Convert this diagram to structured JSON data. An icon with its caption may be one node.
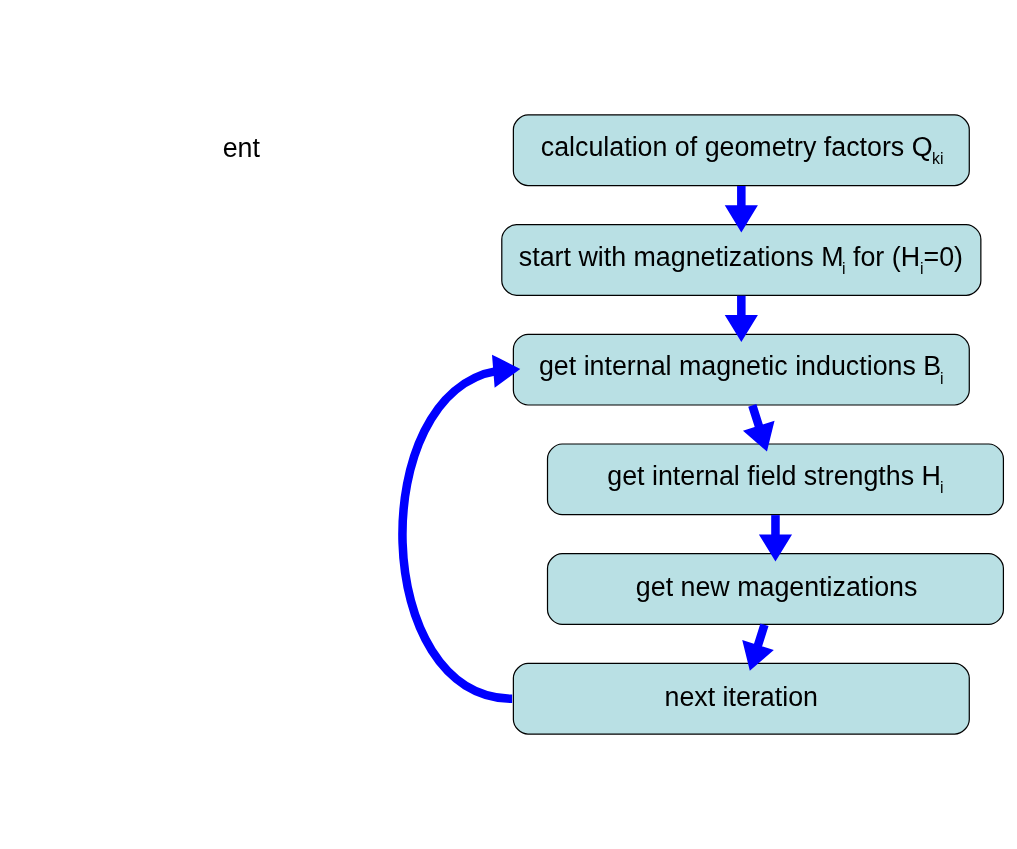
{
  "diagram": {
    "nodes": [
      {
        "text": [
          "calculation of geometry factors Q$_{ki}$"
        ]
      },
      {
        "text": [
          "start with magnetizations M$_{i}$ for (H$_{i}$=0)"
        ]
      },
      {
        "text": [
          "get internal magnetic inductions B$_{i}$"
        ]
      },
      {
        "text": [
          "get internal field strengths H$_{i}$"
        ]
      },
      {
        "text": [
          "get new magentizations"
        ]
      },
      {
        "text": [
          "next iteration"
        ]
      }
    ],
    "edges": [
      {
        "from": 0,
        "to": 1,
        "arrow": "to"
      },
      {
        "from": 1,
        "to": 2,
        "arrow": "to"
      },
      {
        "from": 2,
        "to": 3,
        "arrow": "to"
      },
      {
        "from": 3,
        "to": 4,
        "arrow": "to"
      },
      {
        "from": 4,
        "to": 5,
        "arrow": "to"
      },
      {
        "from": 5,
        "to": 2,
        "arrow": "to"
      }
    ],
    "labels": [
      "ent"
    ]
  }
}
